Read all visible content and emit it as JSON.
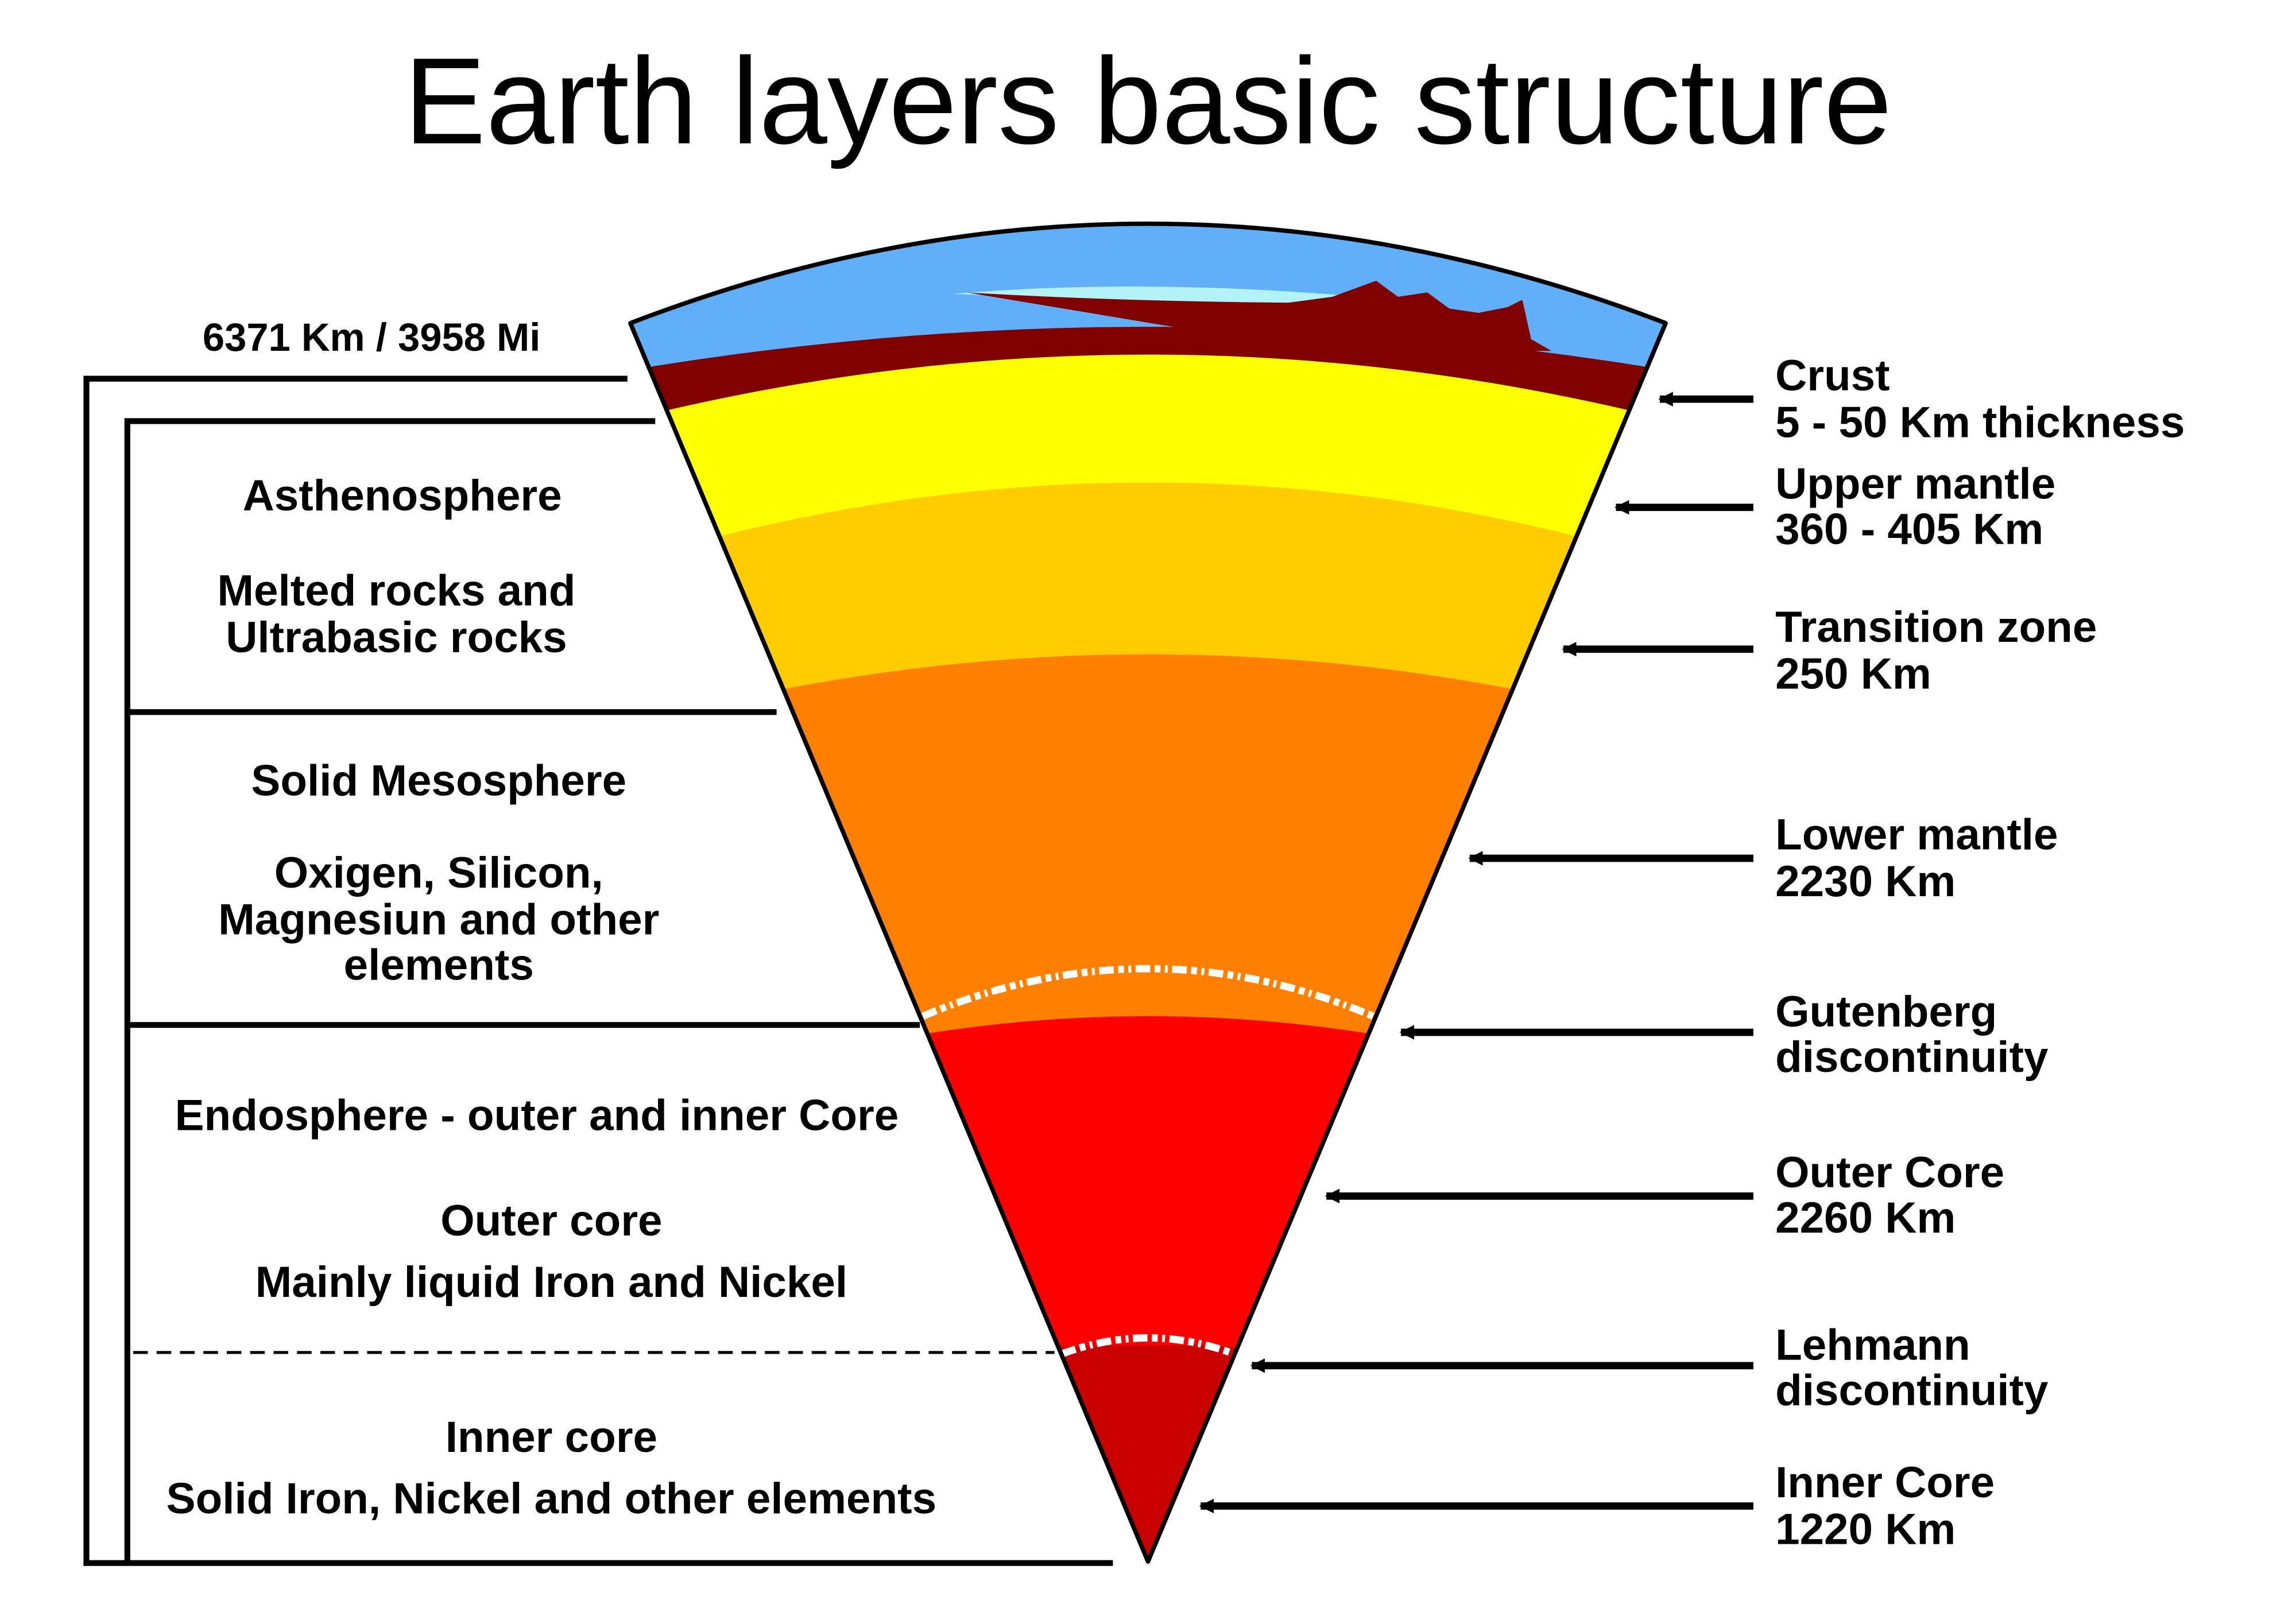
{
  "title": "Earth layers basic structure",
  "radius_label": "6371 Km / 3958 Mi",
  "left_groups": {
    "asthenosphere": {
      "heading": "Asthenosphere",
      "line1": "Melted rocks and",
      "line2": "Ultrabasic rocks"
    },
    "mesosphere": {
      "heading": "Solid Mesosphere",
      "line1": "Oxigen, Silicon,",
      "line2": "Magnesiun and other",
      "line3": "elements"
    },
    "endosphere": {
      "heading": "Endosphere - outer and inner Core"
    },
    "outer_core": {
      "heading": "Outer core",
      "line1": "Mainly liquid Iron and Nickel"
    },
    "inner_core": {
      "heading": "Inner core",
      "line1": "Solid Iron, Nickel and other elements"
    }
  },
  "right_labels": [
    {
      "name": "Crust",
      "detail": "5 - 50 Km thickness"
    },
    {
      "name": "Upper mantle",
      "detail": "360 - 405 Km"
    },
    {
      "name": "Transition zone",
      "detail": "250 Km"
    },
    {
      "name": "Lower mantle",
      "detail": "2230 Km"
    },
    {
      "name": "Gutenberg",
      "detail": "discontinuity"
    },
    {
      "name": "Outer Core",
      "detail": "2260 Km"
    },
    {
      "name": "Lehmann",
      "detail": "discontinuity"
    },
    {
      "name": "Inner Core",
      "detail": "1220 Km"
    }
  ],
  "colors": {
    "atmosphere": "#62aff9",
    "ocean": "#b3f3f7",
    "crust": "#800000",
    "upper_mantle": "#ffff00",
    "transition_zone": "#ffcc00",
    "lower_mantle": "#ff8000",
    "outer_core": "#ff0000",
    "inner_core": "#c80000",
    "lines": "#000000"
  }
}
